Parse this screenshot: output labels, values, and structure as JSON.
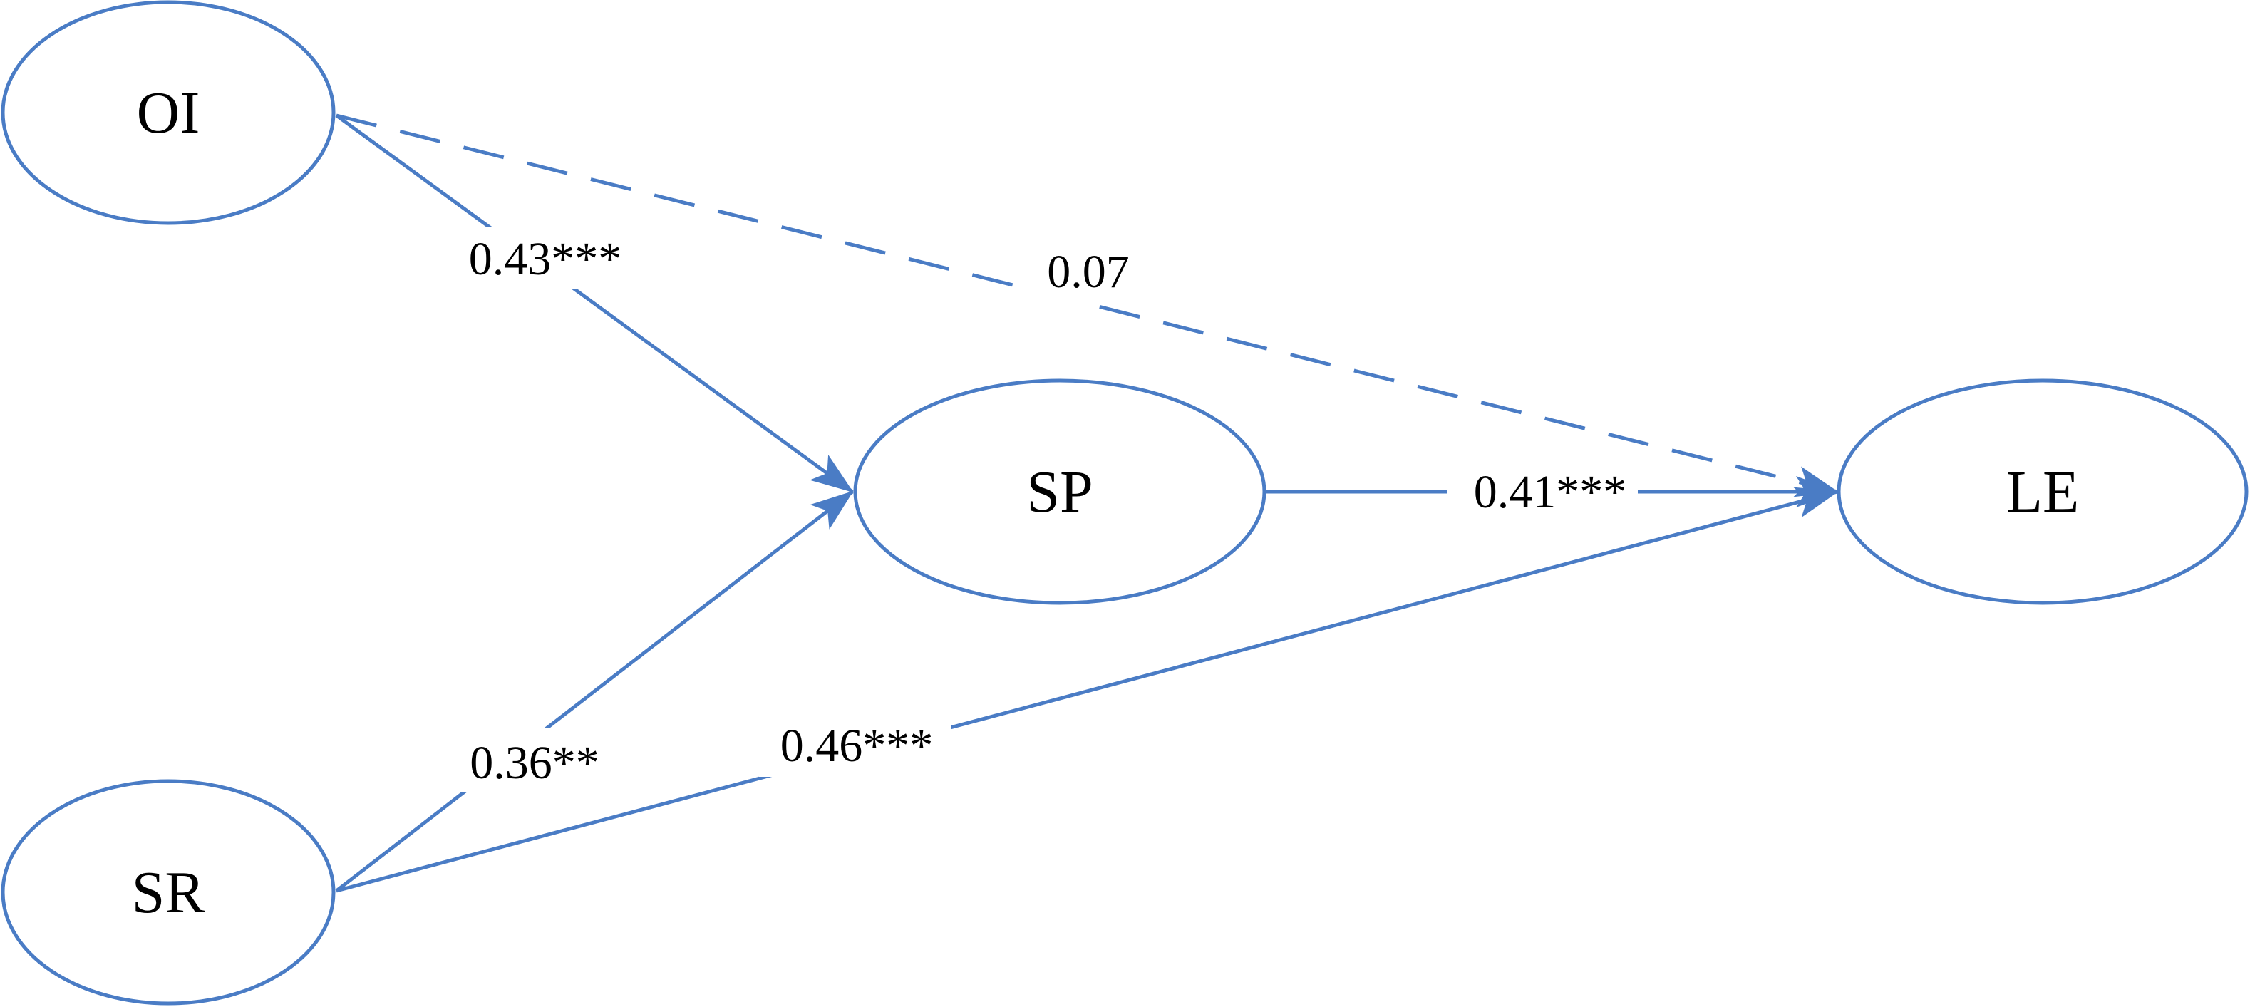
{
  "colors": {
    "line": "#4a7cc5",
    "text": "#000000",
    "background": "#ffffff"
  },
  "nodes": {
    "oi": {
      "label": "OI"
    },
    "sr": {
      "label": "SR"
    },
    "sp": {
      "label": "SP"
    },
    "le": {
      "label": "LE"
    }
  },
  "paths": {
    "oi_sp": {
      "from": "OI",
      "to": "SP",
      "coefficient": "0.43***",
      "style": "solid"
    },
    "sr_sp": {
      "from": "SR",
      "to": "SP",
      "coefficient": "0.36**",
      "style": "solid"
    },
    "oi_le": {
      "from": "OI",
      "to": "LE",
      "coefficient": "0.07",
      "style": "dashed"
    },
    "sp_le": {
      "from": "SP",
      "to": "LE",
      "coefficient": "0.41***",
      "style": "solid"
    },
    "sr_le": {
      "from": "SR",
      "to": "LE",
      "coefficient": "0.46***",
      "style": "solid"
    }
  }
}
